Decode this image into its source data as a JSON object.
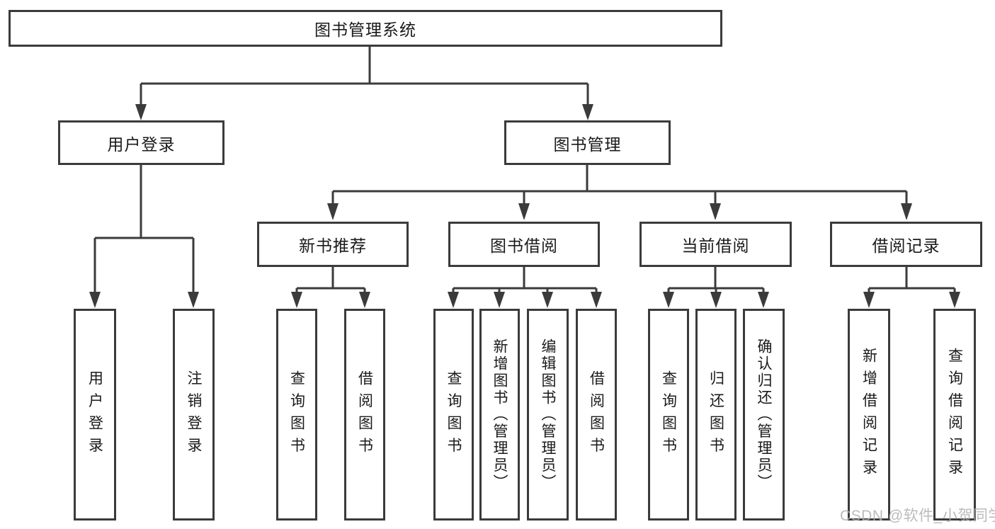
{
  "diagram": {
    "root": {
      "label": "图书管理系统"
    },
    "branches": [
      {
        "label": "用户登录",
        "children": [
          {
            "label": "用户登录"
          },
          {
            "label": "注销登录"
          }
        ]
      },
      {
        "label": "图书管理",
        "children": [
          {
            "label": "新书推荐",
            "children": [
              {
                "label": "查询图书"
              },
              {
                "label": "借阅图书"
              }
            ]
          },
          {
            "label": "图书借阅",
            "children": [
              {
                "label": "查询图书"
              },
              {
                "label": "新增图书（管理员）"
              },
              {
                "label": "编辑图书（管理员）"
              },
              {
                "label": "借阅图书"
              }
            ]
          },
          {
            "label": "当前借阅",
            "children": [
              {
                "label": "查询图书"
              },
              {
                "label": "归还图书"
              },
              {
                "label": "确认归还（管理员）"
              }
            ]
          },
          {
            "label": "借阅记录",
            "children": [
              {
                "label": "新增借阅记录"
              },
              {
                "label": "查询借阅记录"
              }
            ]
          }
        ]
      }
    ]
  },
  "watermark": {
    "text": "CSDN @软件_小贺同学"
  },
  "colors": {
    "line": "#3b3b3b",
    "box_border": "#3b3b3b",
    "text": "#1a1a1a",
    "watermark": "#afafaf",
    "background": "#ffffff"
  }
}
